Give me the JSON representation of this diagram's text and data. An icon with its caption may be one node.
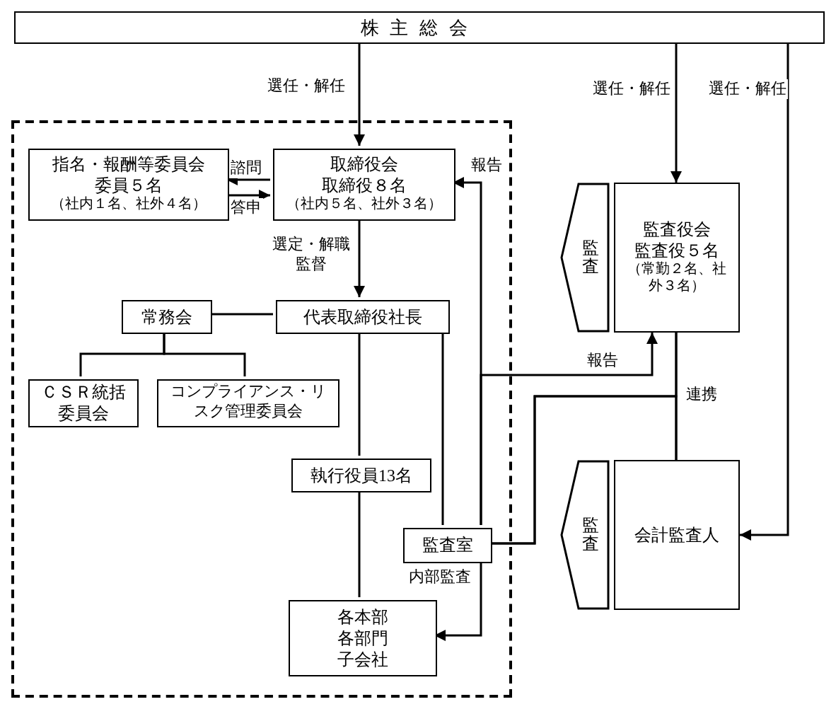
{
  "diagram": {
    "nodes": [
      {
        "text": [
          "株主総会"
        ]
      },
      {
        "text": [],
        "shape": "box"
      },
      {
        "text": [
          "指名・報酬等委員会",
          "委員５名",
          "（社内１名、社外４名）"
        ],
        "in": 1
      },
      {
        "text": [
          "取締役会",
          "取締役８名",
          "（社内５名、社外３名）"
        ],
        "in": 1
      },
      {
        "text": [
          "代表取締役社長"
        ],
        "in": 1
      },
      {
        "text": [
          "常務会"
        ],
        "in": 1
      },
      {
        "text": [
          "ＣＳＲ統括委員会"
        ],
        "in": 1
      },
      {
        "text": [
          "コンプライアンス・リスク管理委員会"
        ],
        "in": 1
      },
      {
        "text": [
          "執行役員13名"
        ],
        "in": 1
      },
      {
        "text": [
          "監査室"
        ],
        "in": 1
      },
      {
        "text": [
          "各本部各部門子会社"
        ],
        "in": 1
      },
      {
        "text": [
          "監査"
        ]
      },
      {
        "text": [
          "監査役会",
          "監査役５名",
          "（常勤２名、社外３名）"
        ]
      },
      {
        "text": [
          "監査"
        ]
      },
      {
        "text": [
          "会計監査人"
        ]
      }
    ],
    "edges": [
      {
        "from": 0,
        "to": 3,
        "arrow": "to",
        "label": "選任・解任"
      },
      {
        "from": 0,
        "to": 12,
        "arrow": "to",
        "label": "選任・解任"
      },
      {
        "from": 0,
        "to": 14,
        "arrow": "to",
        "label": "選任・解任"
      },
      {
        "from": 3,
        "to": 2,
        "arrow": "to",
        "label": "諮問"
      },
      {
        "from": 2,
        "to": 3,
        "arrow": "to",
        "label": "答申"
      },
      {
        "from": 3,
        "to": 4,
        "arrow": "to",
        "label": "選定・解職監督"
      },
      {
        "from": 4,
        "to": 5,
        "arrow": "none"
      },
      {
        "from": 5,
        "to": 6,
        "arrow": "none"
      },
      {
        "from": 5,
        "to": 7,
        "arrow": "none"
      },
      {
        "from": 4,
        "to": 8,
        "arrow": "none"
      },
      {
        "from": 8,
        "to": 10,
        "arrow": "none"
      },
      {
        "from": 4,
        "to": 9,
        "arrow": "none"
      },
      {
        "from": 9,
        "to": 3,
        "arrow": "to",
        "label": "報告"
      },
      {
        "from": 9,
        "to": 12,
        "arrow": "to",
        "label": "報告"
      },
      {
        "from": 9,
        "to": 10,
        "arrow": "to",
        "label": "内部監査"
      },
      {
        "from": 12,
        "to": 14,
        "arrow": "none",
        "label": "連携"
      },
      {
        "from": 9,
        "to": 12,
        "arrow": "none"
      },
      {
        "from": 9,
        "to": 14,
        "arrow": "none"
      }
    ]
  }
}
